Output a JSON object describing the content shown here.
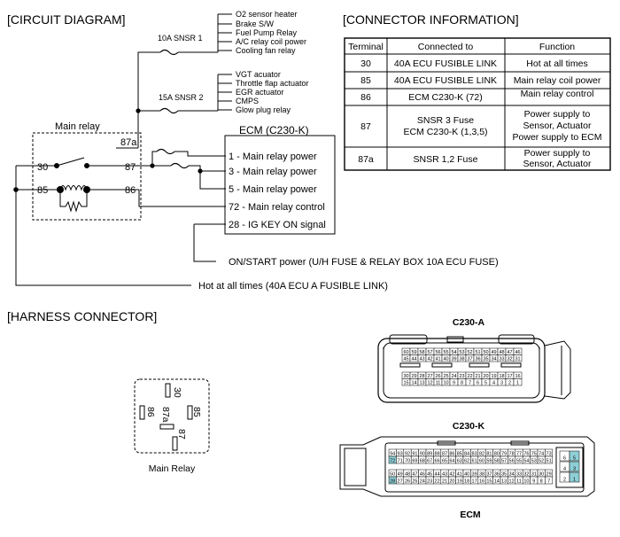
{
  "circuit": {
    "section_title": "[CIRCUIT DIAGRAM]",
    "fuse1": "10A SNSR 1",
    "fuse1_loads": [
      "O2 sensor heater",
      "Brake S/W",
      "Fuel Pump Relay",
      "A/C relay coil power",
      "Cooling fan relay"
    ],
    "fuse2": "15A  SNSR 2",
    "fuse2_loads": [
      "VGT acuator",
      "Throttle flap actuator",
      "EGR actuator",
      "CMPS",
      "Glow plug relay"
    ],
    "relay_title": "Main relay",
    "relay_pins": {
      "p87a": "87a",
      "p30": "30",
      "p87": "87",
      "p85": "85",
      "p86": "86"
    },
    "ecm_title": "ECM (C230-K)",
    "ecm_pins": [
      "1 - Main relay power",
      "3 - Main relay power",
      "5 - Main relay power",
      "72 - Main relay control",
      "28 - IG KEY ON signal"
    ],
    "on_start": "ON/START power (U/H FUSE & RELAY BOX 10A ECU FUSE)",
    "hot_all": "Hot at all times (40A ECU A FUSIBLE LINK)"
  },
  "connector_info": {
    "section_title": "[CONNECTOR INFORMATION]",
    "headers": [
      "Terminal",
      "Connected to",
      "Function"
    ],
    "rows": [
      {
        "terminal": "30",
        "connected": [
          "40A ECU FUSIBLE LINK"
        ],
        "function": [
          "Hot at all times"
        ]
      },
      {
        "terminal": "85",
        "connected": [
          "40A ECU FUSIBLE LINK"
        ],
        "function": [
          "Main relay coil power"
        ]
      },
      {
        "terminal": "86",
        "connected": [
          "ECM C230-K (72)"
        ],
        "function": [
          "Main relay control"
        ]
      },
      {
        "terminal": "87",
        "connected": [
          "SNSR 3 Fuse",
          "ECM C230-K (1,3,5)"
        ],
        "function": [
          "Power supply to",
          "Sensor, Actuator",
          "Power supply to ECM"
        ]
      },
      {
        "terminal": "87a",
        "connected": [
          "SNSR 1,2 Fuse"
        ],
        "function": [
          "Power supply to",
          "Sensor, Actuator"
        ]
      }
    ]
  },
  "harness": {
    "section_title": "[HARNESS CONNECTOR]",
    "relay_caption": "Main Relay",
    "relay_pins": {
      "p30": "30",
      "p86": "86",
      "p85": "85",
      "p87a": "87a",
      "p87": "87"
    },
    "c230a": {
      "label": "C230-A",
      "row1": [
        "60",
        "59",
        "58",
        "57",
        "56",
        "55",
        "54",
        "53",
        "52",
        "51",
        "50",
        "49",
        "48",
        "47",
        "46"
      ],
      "row2": [
        "45",
        "44",
        "43",
        "42",
        "41",
        "40",
        "39",
        "38",
        "37",
        "36",
        "35",
        "34",
        "33",
        "32",
        "31"
      ],
      "row3": [
        "30",
        "29",
        "28",
        "27",
        "26",
        "25",
        "24",
        "23",
        "22",
        "21",
        "20",
        "19",
        "18",
        "17",
        "16"
      ],
      "row4": [
        "15",
        "14",
        "13",
        "12",
        "11",
        "10",
        "9",
        "8",
        "7",
        "6",
        "5",
        "4",
        "3",
        "2",
        "1"
      ]
    },
    "c230k": {
      "label": "C230-K",
      "row1": [
        "94",
        "93",
        "92",
        "91",
        "90",
        "89",
        "88",
        "87",
        "86",
        "85",
        "84",
        "83",
        "82",
        "81",
        "80",
        "79",
        "78",
        "77",
        "76",
        "75",
        "74",
        "73"
      ],
      "row2": [
        "72",
        "71",
        "70",
        "69",
        "68",
        "67",
        "66",
        "65",
        "64",
        "63",
        "62",
        "61",
        "60",
        "59",
        "58",
        "57",
        "56",
        "55",
        "54",
        "53",
        "52",
        "51"
      ],
      "row3": [
        "50",
        "49",
        "48",
        "47",
        "46",
        "45",
        "44",
        "43",
        "42",
        "41",
        "40",
        "39",
        "38",
        "37",
        "36",
        "35",
        "34",
        "33",
        "32",
        "31",
        "30",
        "29"
      ],
      "row4": [
        "28",
        "27",
        "26",
        "25",
        "24",
        "23",
        "22",
        "21",
        "20",
        "19",
        "18",
        "17",
        "16",
        "15",
        "14",
        "13",
        "12",
        "11",
        "10",
        "9",
        "8",
        "7"
      ],
      "side": [
        [
          "6",
          "5"
        ],
        [
          "4",
          "3"
        ],
        [
          "2",
          "1"
        ]
      ],
      "highlight": [
        "72",
        "28",
        "5",
        "3",
        "1"
      ],
      "highlight_color": "#8ecfd6"
    },
    "ecm_caption": "ECM"
  }
}
